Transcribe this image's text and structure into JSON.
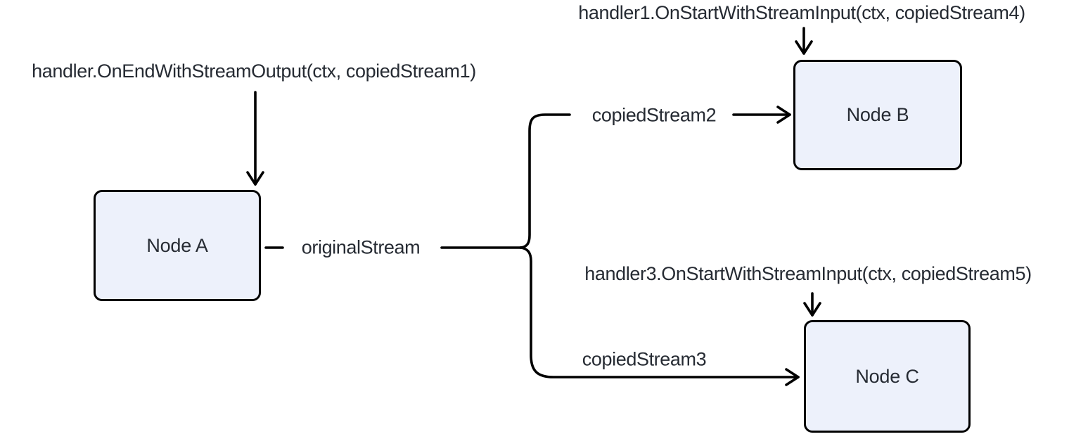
{
  "diagram": {
    "title": "stream copy fan-out diagram",
    "nodes": {
      "a": "Node A",
      "b": "Node B",
      "c": "Node C"
    },
    "labels": {
      "handler_end_output": "handler.OnEndWithStreamOutput(ctx, copiedStream1)",
      "handler1_start_input": "handler1.OnStartWithStreamInput(ctx, copiedStream4)",
      "handler3_start_input": "handler3.OnStartWithStreamInput(ctx, copiedStream5)",
      "original_stream": "originalStream",
      "copied_stream_2": "copiedStream2",
      "copied_stream_3": "copiedStream3"
    },
    "colors": {
      "stroke": "#000000",
      "node_fill": "#edf1fb",
      "node_border": "#000000",
      "text": "#262b33",
      "bg": "#ffffff"
    }
  }
}
